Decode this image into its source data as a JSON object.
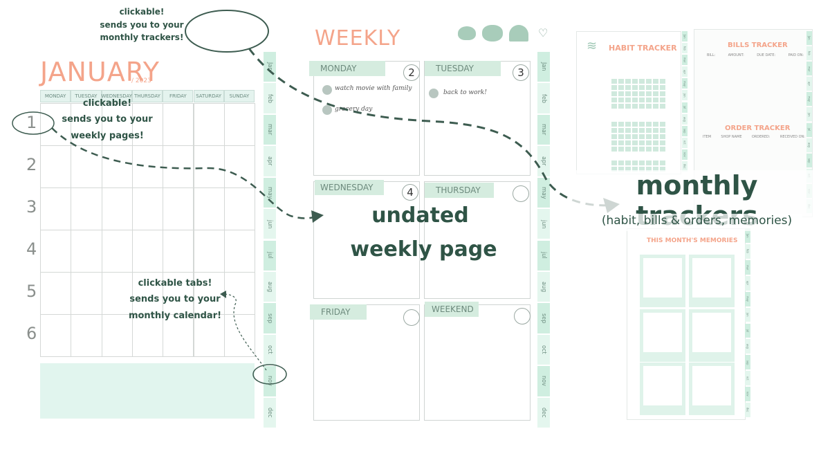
{
  "colors": {
    "accent": "#f4a48a",
    "mint": "#cfeee0",
    "dark_green": "#2f5446"
  },
  "month_page": {
    "title": "JANUARY",
    "year": "/ 2023",
    "days": [
      "MONDAY",
      "TUESDAY",
      "WEDNESDAY",
      "THURSDAY",
      "FRIDAY",
      "SATURDAY",
      "SUNDAY"
    ],
    "row_numbers": [
      "1",
      "2",
      "3",
      "4",
      "5",
      "6"
    ]
  },
  "month_tabs": [
    "Jan",
    "feb",
    "mar",
    "apr",
    "may",
    "jun",
    "jul",
    "aug",
    "sep",
    "oct",
    "nov",
    "dec"
  ],
  "weekly_page": {
    "title": "WEEKLY",
    "days": {
      "monday": {
        "label": "MONDAY",
        "num": "2",
        "notes": [
          "watch movie with family",
          "grocery day"
        ]
      },
      "tuesday": {
        "label": "TUESDAY",
        "num": "3",
        "notes": [
          "back to work!"
        ]
      },
      "wednesday": {
        "label": "WEDNESDAY",
        "num": "4"
      },
      "thursday": {
        "label": "THURSDAY",
        "num": ""
      },
      "friday": {
        "label": "FRIDAY",
        "num": ""
      },
      "weekend": {
        "label": "WEEKEND",
        "num": ""
      }
    }
  },
  "trackers": {
    "habit": "HABIT TRACKER",
    "bills": "BILLS TRACKER",
    "bills_cols": [
      "BILL:",
      "AMOUNT:",
      "DUE DATE:",
      "PAID ON:"
    ],
    "order": "ORDER TRACKER",
    "order_cols": [
      "ITEM",
      "SHOP NAME",
      "ORDERED:",
      "RECEIVED ON:"
    ],
    "memories": "THIS MONTH'S MEMORIES"
  },
  "callouts": {
    "icons": [
      "clickable!",
      "sends you to your",
      "monthly trackers!"
    ],
    "number": [
      "clickable!",
      "sends you to your",
      "weekly pages!"
    ],
    "tabs": [
      "clickable tabs!",
      "sends you to your",
      "monthly calendar!"
    ]
  },
  "headlines": {
    "undated_1": "undated",
    "undated_2": "weekly page",
    "trackers_1": "monthly trackers",
    "trackers_2": "(habit, bills & orders, memories)"
  }
}
